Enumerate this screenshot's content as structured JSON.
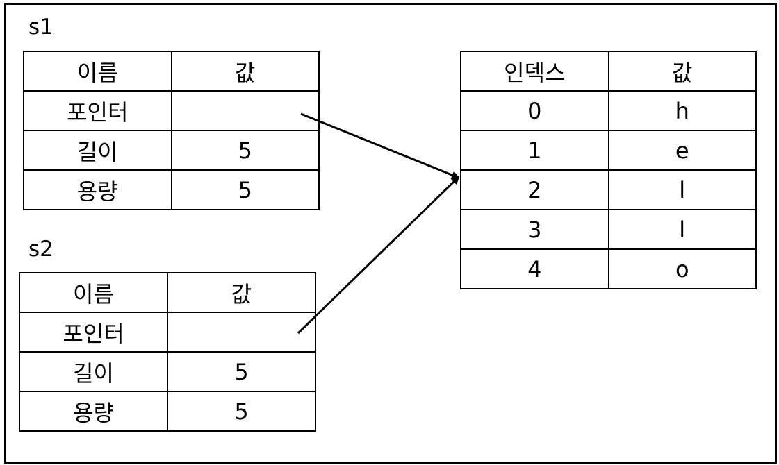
{
  "s1": {
    "label": "s1",
    "header": [
      "이름",
      "값"
    ],
    "rows": [
      {
        "name": "포인터",
        "value": ""
      },
      {
        "name": "길이",
        "value": "5"
      },
      {
        "name": "용량",
        "value": "5"
      }
    ]
  },
  "s2": {
    "label": "s2",
    "header": [
      "이름",
      "값"
    ],
    "rows": [
      {
        "name": "포인터",
        "value": ""
      },
      {
        "name": "길이",
        "value": "5"
      },
      {
        "name": "용량",
        "value": "5"
      }
    ]
  },
  "heap": {
    "header": [
      "인덱스",
      "값"
    ],
    "rows": [
      {
        "index": "0",
        "value": "h"
      },
      {
        "index": "1",
        "value": "e"
      },
      {
        "index": "2",
        "value": "l"
      },
      {
        "index": "3",
        "value": "l"
      },
      {
        "index": "4",
        "value": "o"
      }
    ]
  },
  "colors": {
    "line": "#000000",
    "background": "#ffffff"
  }
}
